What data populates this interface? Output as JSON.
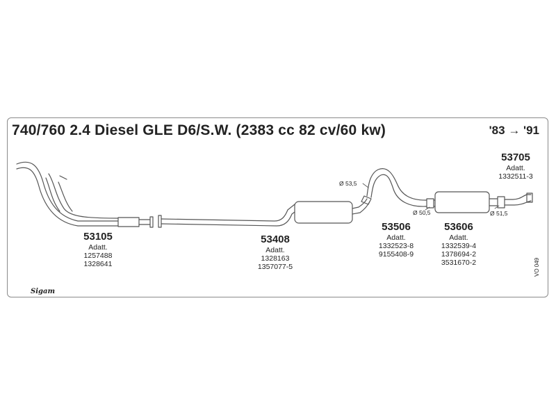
{
  "header": {
    "title": "740/760 2.4 Diesel GLE D6/S.W. (2383 cc 82 cv/60 kw)",
    "years": "'83 → '91"
  },
  "parts": [
    {
      "number": "53105",
      "adatt_label": "Adatt.",
      "refs": [
        "1257488",
        "1328641"
      ]
    },
    {
      "number": "53408",
      "adatt_label": "Adatt.",
      "refs": [
        "1328163",
        "1357077-5"
      ]
    },
    {
      "number": "53506",
      "adatt_label": "Adatt.",
      "refs": [
        "1332523-8",
        "9155408-9"
      ]
    },
    {
      "number": "53606",
      "adatt_label": "Adatt.",
      "refs": [
        "1332539-4",
        "1378694-2",
        "3531670-2"
      ]
    },
    {
      "number": "53705",
      "adatt_label": "Adatt.",
      "refs": [
        "1332511-3"
      ]
    }
  ],
  "dimensions": {
    "d1": "Ø 53,5",
    "d2": "Ø 50,5",
    "d3": "Ø 51,5"
  },
  "diagram_code": "VO 049",
  "logo_text": "Sigam"
}
